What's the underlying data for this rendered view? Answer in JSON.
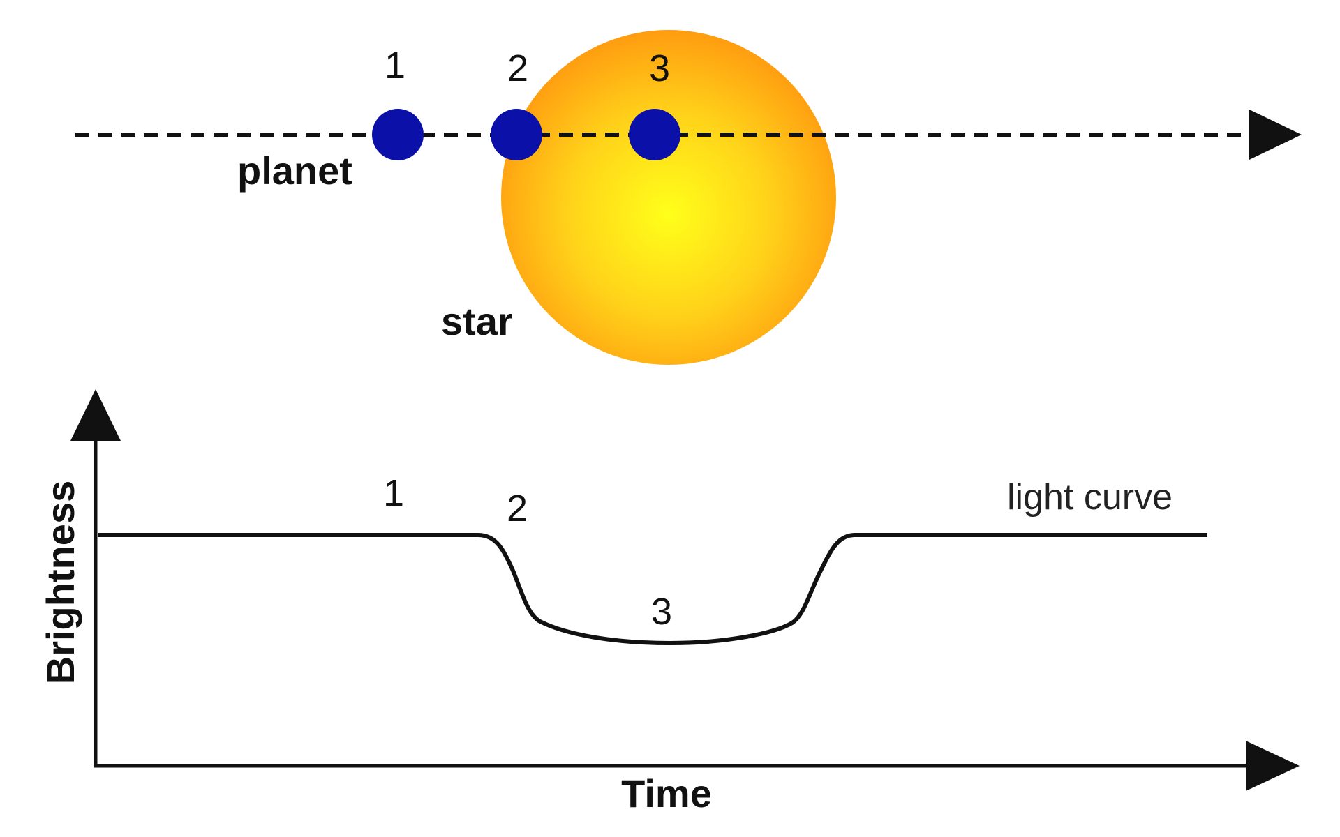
{
  "labels": {
    "planet": "planet",
    "star": "star",
    "light_curve": "light curve",
    "x_axis": "Time",
    "y_axis": "Brightness"
  },
  "positions": {
    "p1": "1",
    "p2": "2",
    "p3": "3"
  },
  "colors": {
    "planet": "#0a10a8",
    "star_center": "#ffff1a",
    "star_mid": "#ffd21a",
    "star_edge": "#ff9c10",
    "line": "#111111"
  }
}
